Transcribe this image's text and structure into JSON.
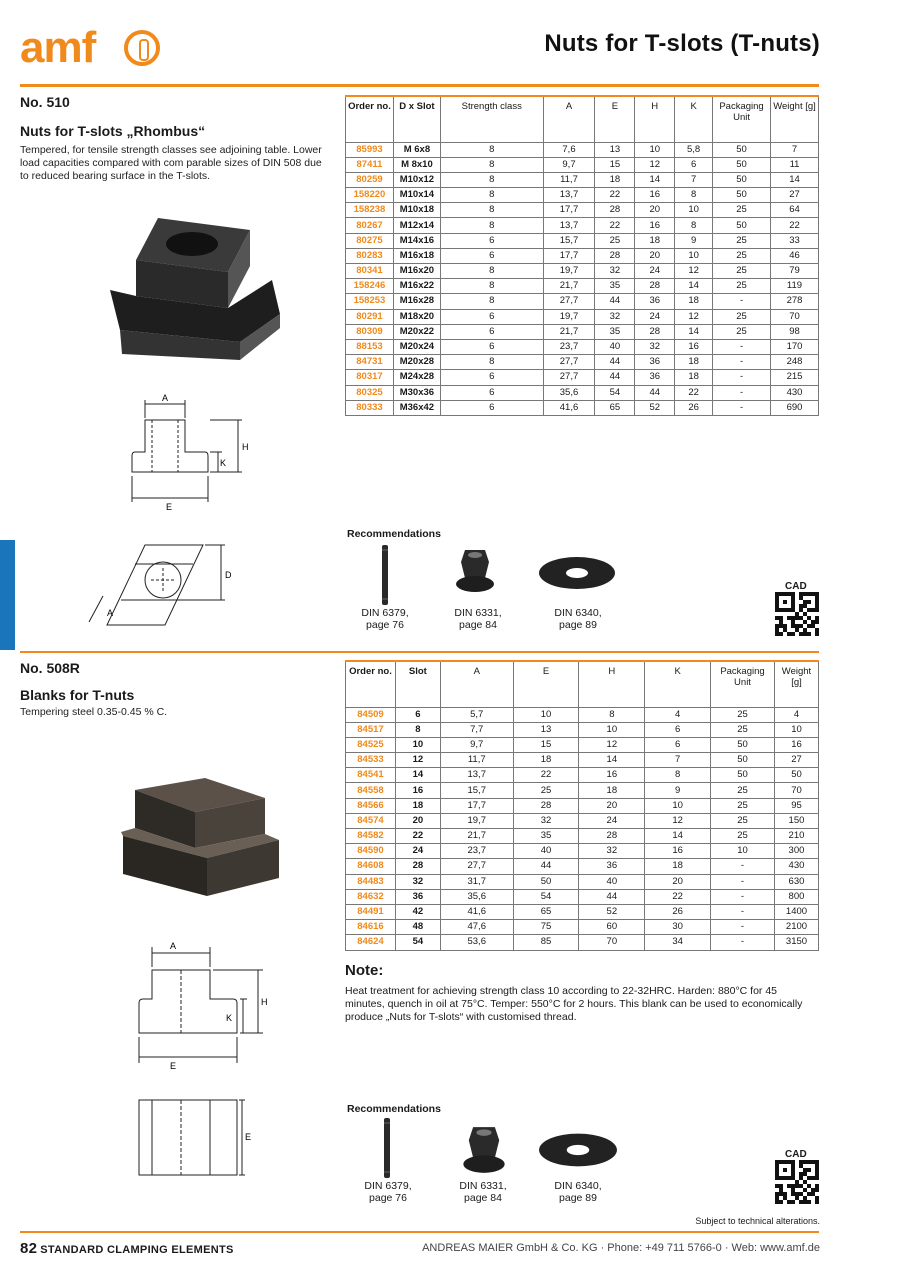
{
  "header": {
    "logo_text": "amf",
    "title": "Nuts for T-slots (T-nuts)"
  },
  "colors": {
    "accent": "#f08a1c",
    "side_tab": "#1a75bb"
  },
  "section1": {
    "number": "No. 510",
    "name": "Nuts for T-slots „Rhombus“",
    "description": "Tempered, for tensile strength classes see adjoining table. Lower load capacities compared with com parable sizes of DIN 508 due to reduced bearing surface in the T-slots.",
    "drawing_labels": {
      "a": "A",
      "e": "E",
      "h": "H",
      "k": "K",
      "d": "D",
      "a2": "A"
    },
    "columns": [
      "Order no.",
      "D x Slot",
      "Strength class",
      "A",
      "E",
      "H",
      "K",
      "Packaging Unit",
      "Weight [g]"
    ],
    "rows": [
      [
        "85993",
        "M 6x8",
        "8",
        "7,6",
        "13",
        "10",
        "5,8",
        "50",
        "7"
      ],
      [
        "87411",
        "M 8x10",
        "8",
        "9,7",
        "15",
        "12",
        "6",
        "50",
        "11"
      ],
      [
        "80259",
        "M10x12",
        "8",
        "11,7",
        "18",
        "14",
        "7",
        "50",
        "14"
      ],
      [
        "158220",
        "M10x14",
        "8",
        "13,7",
        "22",
        "16",
        "8",
        "50",
        "27"
      ],
      [
        "158238",
        "M10x18",
        "8",
        "17,7",
        "28",
        "20",
        "10",
        "25",
        "64"
      ],
      [
        "80267",
        "M12x14",
        "8",
        "13,7",
        "22",
        "16",
        "8",
        "50",
        "22"
      ],
      [
        "80275",
        "M14x16",
        "6",
        "15,7",
        "25",
        "18",
        "9",
        "25",
        "33"
      ],
      [
        "80283",
        "M16x18",
        "6",
        "17,7",
        "28",
        "20",
        "10",
        "25",
        "46"
      ],
      [
        "80341",
        "M16x20",
        "8",
        "19,7",
        "32",
        "24",
        "12",
        "25",
        "79"
      ],
      [
        "158246",
        "M16x22",
        "8",
        "21,7",
        "35",
        "28",
        "14",
        "25",
        "119"
      ],
      [
        "158253",
        "M16x28",
        "8",
        "27,7",
        "44",
        "36",
        "18",
        "-",
        "278"
      ],
      [
        "80291",
        "M18x20",
        "6",
        "19,7",
        "32",
        "24",
        "12",
        "25",
        "70"
      ],
      [
        "80309",
        "M20x22",
        "6",
        "21,7",
        "35",
        "28",
        "14",
        "25",
        "98"
      ],
      [
        "88153",
        "M20x24",
        "6",
        "23,7",
        "40",
        "32",
        "16",
        "-",
        "170"
      ],
      [
        "84731",
        "M20x28",
        "8",
        "27,7",
        "44",
        "36",
        "18",
        "-",
        "248"
      ],
      [
        "80317",
        "M24x28",
        "6",
        "27,7",
        "44",
        "36",
        "18",
        "-",
        "215"
      ],
      [
        "80325",
        "M30x36",
        "6",
        "35,6",
        "54",
        "44",
        "22",
        "-",
        "430"
      ],
      [
        "80333",
        "M36x42",
        "6",
        "41,6",
        "65",
        "52",
        "26",
        "-",
        "690"
      ]
    ],
    "recommendations": {
      "title": "Recommendations",
      "items": [
        {
          "din": "DIN 6379,",
          "page": "page 76"
        },
        {
          "din": "DIN 6331,",
          "page": "page 84"
        },
        {
          "din": "DIN 6340,",
          "page": "page 89"
        }
      ],
      "cad": "CAD"
    }
  },
  "section2": {
    "number": "No. 508R",
    "name": "Blanks for T-nuts",
    "description": "Tempering steel 0.35-0.45 % C.",
    "drawing_labels": {
      "a": "A",
      "e": "E",
      "h": "H",
      "k": "K",
      "e2": "E"
    },
    "columns": [
      "Order no.",
      "Slot",
      "A",
      "E",
      "H",
      "K",
      "Packaging Unit",
      "Weight [g]"
    ],
    "rows": [
      [
        "84509",
        "6",
        "5,7",
        "10",
        "8",
        "4",
        "25",
        "4"
      ],
      [
        "84517",
        "8",
        "7,7",
        "13",
        "10",
        "6",
        "25",
        "10"
      ],
      [
        "84525",
        "10",
        "9,7",
        "15",
        "12",
        "6",
        "50",
        "16"
      ],
      [
        "84533",
        "12",
        "11,7",
        "18",
        "14",
        "7",
        "50",
        "27"
      ],
      [
        "84541",
        "14",
        "13,7",
        "22",
        "16",
        "8",
        "50",
        "50"
      ],
      [
        "84558",
        "16",
        "15,7",
        "25",
        "18",
        "9",
        "25",
        "70"
      ],
      [
        "84566",
        "18",
        "17,7",
        "28",
        "20",
        "10",
        "25",
        "95"
      ],
      [
        "84574",
        "20",
        "19,7",
        "32",
        "24",
        "12",
        "25",
        "150"
      ],
      [
        "84582",
        "22",
        "21,7",
        "35",
        "28",
        "14",
        "25",
        "210"
      ],
      [
        "84590",
        "24",
        "23,7",
        "40",
        "32",
        "16",
        "10",
        "300"
      ],
      [
        "84608",
        "28",
        "27,7",
        "44",
        "36",
        "18",
        "-",
        "430"
      ],
      [
        "84483",
        "32",
        "31,7",
        "50",
        "40",
        "20",
        "-",
        "630"
      ],
      [
        "84632",
        "36",
        "35,6",
        "54",
        "44",
        "22",
        "-",
        "800"
      ],
      [
        "84491",
        "42",
        "41,6",
        "65",
        "52",
        "26",
        "-",
        "1400"
      ],
      [
        "84616",
        "48",
        "47,6",
        "75",
        "60",
        "30",
        "-",
        "2100"
      ],
      [
        "84624",
        "54",
        "53,6",
        "85",
        "70",
        "34",
        "-",
        "3150"
      ]
    ],
    "note": {
      "title": "Note:",
      "text": "Heat treatment for achieving strength class 10 according to 22-32HRC. Harden: 880°C for 45 minutes, quench in oil at 75°C. Temper: 550°C for 2 hours. This blank can be used to economically produce „Nuts for T-slots“ with customised thread."
    },
    "recommendations": {
      "title": "Recommendations",
      "items": [
        {
          "din": "DIN 6379,",
          "page": "page 76"
        },
        {
          "din": "DIN 6331,",
          "page": "page 84"
        },
        {
          "din": "DIN 6340,",
          "page": "page 89"
        }
      ],
      "cad": "CAD"
    }
  },
  "footer": {
    "alterations": "Subject to technical alterations.",
    "page_number": "82",
    "section_label": "STANDARD CLAMPING ELEMENTS",
    "company": "ANDREAS MAIER GmbH & Co. KG  ·  Phone: +49 711 5766-0  ·  Web: www.amf.de"
  }
}
